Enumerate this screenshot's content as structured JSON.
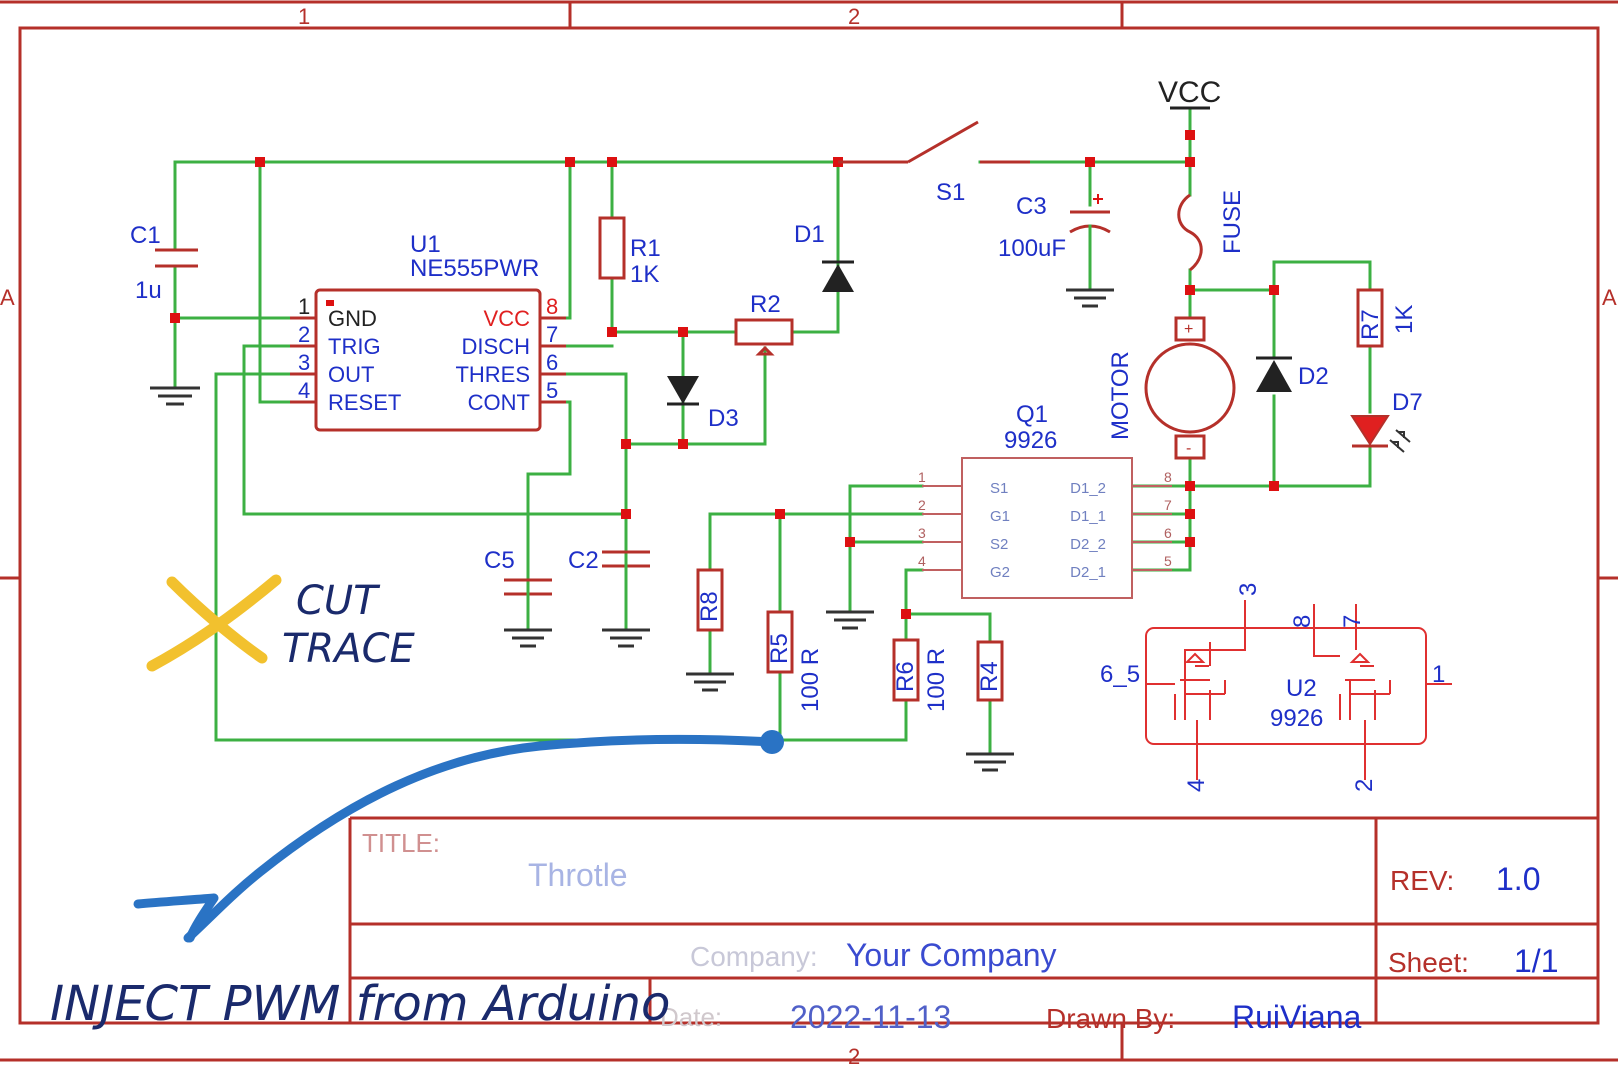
{
  "border": {
    "columns": [
      "1",
      "2"
    ],
    "rows": [
      "A"
    ],
    "bottom_column": "2"
  },
  "components": {
    "c1": {
      "ref": "C1",
      "value": "1u"
    },
    "u1": {
      "ref": "U1",
      "value": "NE555PWR",
      "left_pins": [
        {
          "num": "1",
          "name": "GND"
        },
        {
          "num": "2",
          "name": "TRIG"
        },
        {
          "num": "3",
          "name": "OUT"
        },
        {
          "num": "4",
          "name": "RESET"
        }
      ],
      "right_pins": [
        {
          "num": "8",
          "name": "VCC"
        },
        {
          "num": "7",
          "name": "DISCH"
        },
        {
          "num": "6",
          "name": "THRES"
        },
        {
          "num": "5",
          "name": "CONT"
        }
      ]
    },
    "r1": {
      "ref": "R1",
      "value": "1K"
    },
    "r2": {
      "ref": "R2"
    },
    "d1": {
      "ref": "D1"
    },
    "d3": {
      "ref": "D3"
    },
    "s1": {
      "ref": "S1"
    },
    "c3": {
      "ref": "C3",
      "value": "100uF"
    },
    "vcc": {
      "label": "VCC"
    },
    "fuse": {
      "label": "FUSE"
    },
    "motor": {
      "label": "MOTOR"
    },
    "d2": {
      "ref": "D2"
    },
    "r7": {
      "ref": "R7",
      "value": "1K"
    },
    "d7": {
      "ref": "D7"
    },
    "q1": {
      "ref": "Q1",
      "value": "9926",
      "left_pins": [
        {
          "num": "1",
          "name": "S1"
        },
        {
          "num": "2",
          "name": "G1"
        },
        {
          "num": "3",
          "name": "S2"
        },
        {
          "num": "4",
          "name": "G2"
        }
      ],
      "right_pins": [
        {
          "num": "8",
          "name": "D1_2"
        },
        {
          "num": "7",
          "name": "D1_1"
        },
        {
          "num": "6",
          "name": "D2_2"
        },
        {
          "num": "5",
          "name": "D2_1"
        }
      ]
    },
    "c5": {
      "ref": "C5"
    },
    "c2": {
      "ref": "C2"
    },
    "r8": {
      "ref": "R8"
    },
    "r5": {
      "ref": "R5",
      "value": "100 R"
    },
    "r6": {
      "ref": "R6",
      "value": "100 R"
    },
    "r4": {
      "ref": "R4"
    },
    "u2": {
      "ref": "U2",
      "value": "9926",
      "pins": [
        "3",
        "8",
        "7",
        "6_5",
        "1",
        "4",
        "2"
      ]
    }
  },
  "title_block": {
    "title_label": "TITLE:",
    "title_value": "Throtle",
    "rev_label": "REV:",
    "rev_value": "1.0",
    "company_label": "Company:",
    "company_value": "Your Company",
    "sheet_label": "Sheet:",
    "sheet_value": "1/1",
    "date_label": "Date:",
    "date_value": "2022-11-13",
    "drawn_label": "Drawn By:",
    "drawn_value": "RuiViana"
  },
  "annotations": {
    "cut": {
      "line1": "CUT",
      "line2": "TRACE",
      "color": "#f2c12e"
    },
    "inject": {
      "text": "INJECT PWM from Arduino",
      "color": "#2a73c4"
    }
  },
  "colors": {
    "wire": "#3cb043",
    "component": "#b5302a",
    "label": "#1e2fc8",
    "junction": "#d11111"
  }
}
